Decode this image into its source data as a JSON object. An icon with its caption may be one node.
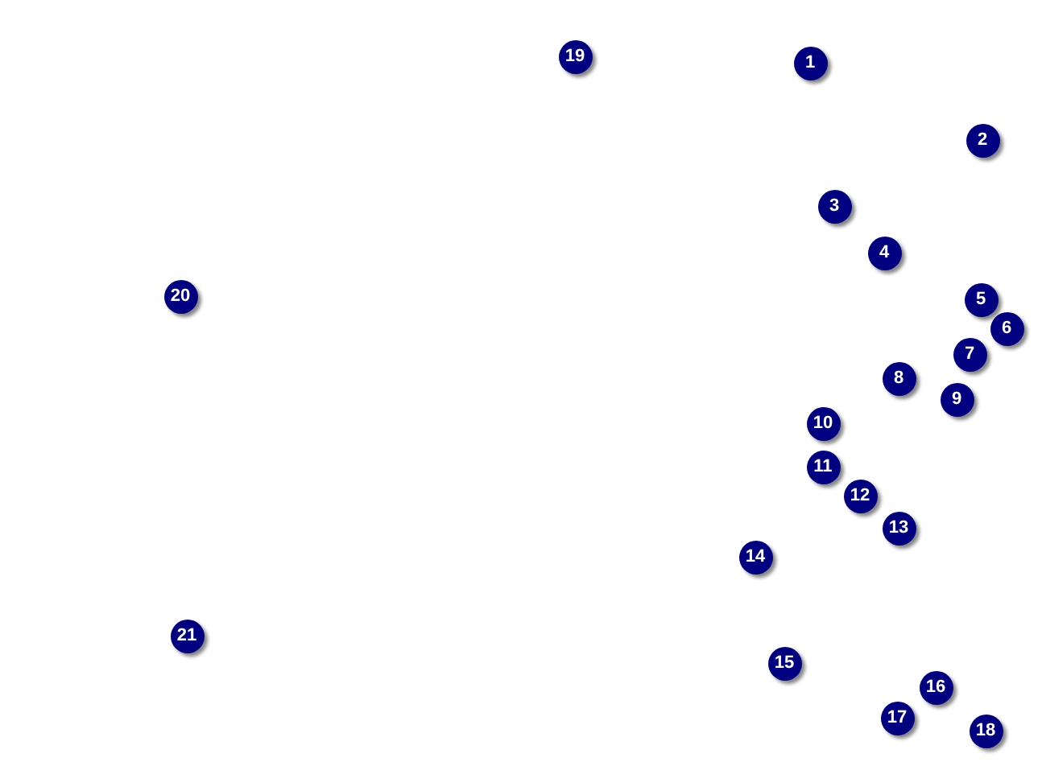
{
  "diagram": {
    "labels": [
      "1",
      "2",
      "3",
      "4",
      "5",
      "6",
      "7",
      "8",
      "9",
      "10",
      "11",
      "12",
      "13",
      "14",
      "15",
      "16",
      "17",
      "18",
      "19",
      "20",
      "21"
    ]
  }
}
